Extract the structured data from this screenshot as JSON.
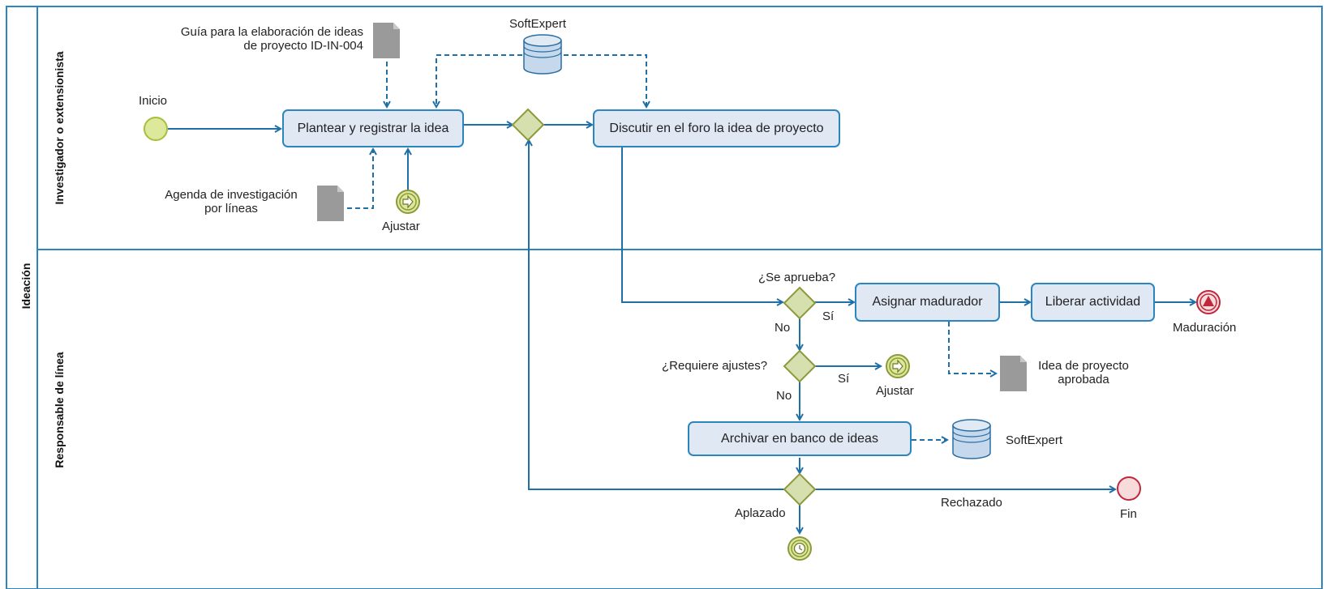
{
  "pool": {
    "name": "Ideación"
  },
  "lanes": [
    {
      "name": "Investigador o extensionista"
    },
    {
      "name": "Responsable de línea"
    }
  ],
  "events": {
    "start": "Inicio",
    "end_maduracion": "Maduración",
    "end_fin": "Fin",
    "intermediate_ajustar_top": "Ajustar",
    "intermediate_ajustar_bottom": "Ajustar"
  },
  "tasks": {
    "plantear": "Plantear y registrar la idea",
    "discutir": "Discutir en el foro la idea de proyecto",
    "asignar": "Asignar madurador",
    "liberar": "Liberar actividad",
    "archivar": "Archivar en banco de ideas"
  },
  "gateways": {
    "aprueba": "¿Se aprueba?",
    "ajustes": "¿Requiere ajustes?"
  },
  "flow_labels": {
    "si_aprueba": "Sí",
    "no_aprueba": "No",
    "si_ajustes": "Sí",
    "no_ajustes": "No",
    "aplazado": "Aplazado",
    "rechazado": "Rechazado"
  },
  "data_objects": {
    "guia_line1": "Guía para la elaboración de ideas",
    "guia_line2": "de proyecto ID-IN-004",
    "agenda_line1": "Agenda de investigación",
    "agenda_line2": "por líneas",
    "idea_line1": "Idea de proyecto",
    "idea_line2": "aprobada"
  },
  "data_stores": {
    "softexpert_top": "SoftExpert",
    "softexpert_bottom": "SoftExpert"
  },
  "colors": {
    "flow": "#1f6fa8",
    "lane_border": "#2b86c0",
    "task_fill": "#dfe8f3",
    "gateway_fill": "#d6dfae",
    "gateway_stroke": "#8c9a3c",
    "start_fill": "#dde89a",
    "end_fill": "#f7dada",
    "end_stroke": "#c0273d",
    "document": "#9a9a9a"
  }
}
